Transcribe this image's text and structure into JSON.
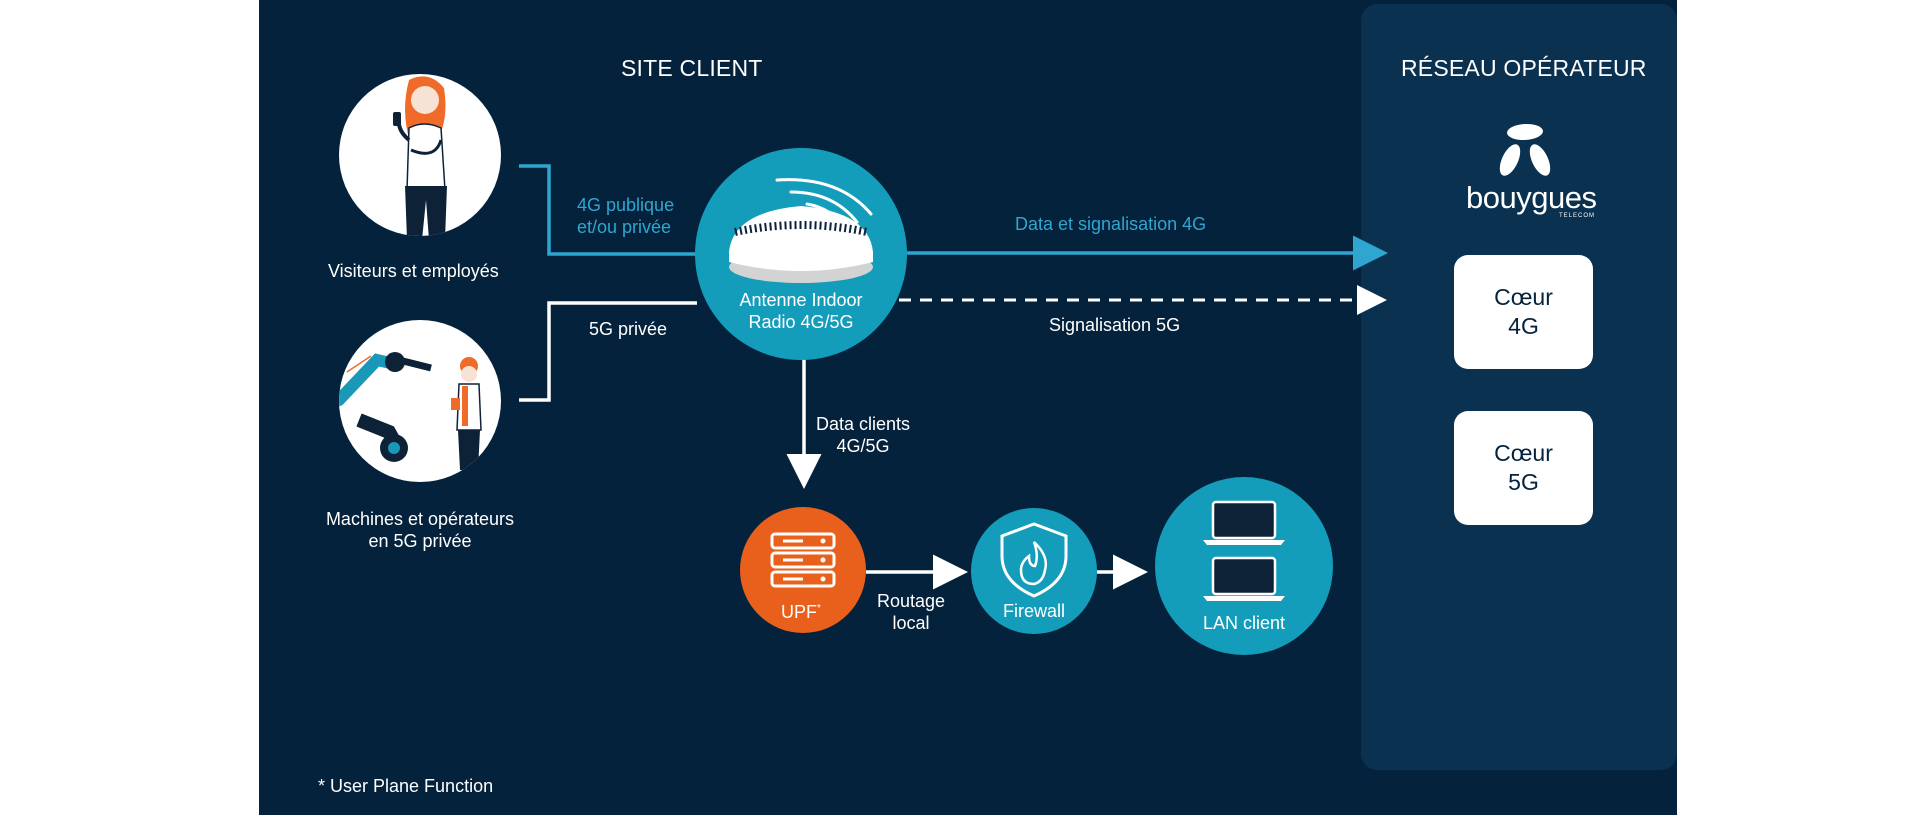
{
  "headings": {
    "site_client": "SITE CLIENT",
    "operator_network": "RÉSEAU OPÉRATEUR"
  },
  "brand": {
    "name": "bouygues",
    "sub": "TELECOM"
  },
  "cores": {
    "core_4g": [
      "Cœur",
      "4G"
    ],
    "core_5g": [
      "Cœur",
      "5G"
    ]
  },
  "users": {
    "visitors": "Visiteurs et employés",
    "machines": [
      "Machines et opérateurs",
      "en 5G privée"
    ]
  },
  "links": {
    "public_private_4g": [
      "4G publique",
      "et/ou privée"
    ],
    "private_5g": "5G privée",
    "data_signal_4g": "Data et signalisation 4G",
    "signal_5g": "Signalisation 5G",
    "data_clients": [
      "Data clients",
      "4G/5G"
    ],
    "local_routing": [
      "Routage",
      "local"
    ]
  },
  "antenna": {
    "label": [
      "Antenne Indoor",
      "Radio 4G/5G"
    ]
  },
  "nodes": {
    "upf": "UPF",
    "upf_mark": "*",
    "firewall": "Firewall",
    "lan": "LAN  client"
  },
  "footnote": "* User Plane Function",
  "colors": {
    "background": "#04223b",
    "operator_panel": "#0a3150",
    "accent_cyan": "#149dba",
    "link_cyan": "#2fa6d0",
    "upf_orange": "#e8601b",
    "white": "#ffffff"
  },
  "icons": [
    "woman-phone-illustration",
    "robot-arm-worker-illustration",
    "antenna-icon",
    "server-icon",
    "shield-flame-icon",
    "laptop-icon",
    "bouygues-logo"
  ]
}
